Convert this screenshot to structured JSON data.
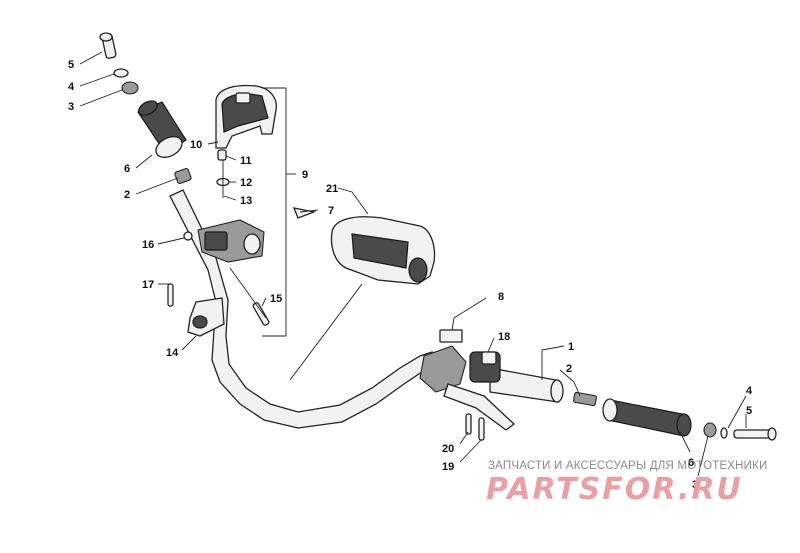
{
  "callouts": [
    {
      "id": "c5a",
      "label": "5"
    },
    {
      "id": "c4a",
      "label": "4"
    },
    {
      "id": "c3a",
      "label": "3"
    },
    {
      "id": "c6a",
      "label": "6"
    },
    {
      "id": "c2a",
      "label": "2"
    },
    {
      "id": "c10",
      "label": "10"
    },
    {
      "id": "c11",
      "label": "11"
    },
    {
      "id": "c12",
      "label": "12"
    },
    {
      "id": "c13",
      "label": "13"
    },
    {
      "id": "c9",
      "label": "9"
    },
    {
      "id": "c21",
      "label": "21"
    },
    {
      "id": "c7",
      "label": "7"
    },
    {
      "id": "c16",
      "label": "16"
    },
    {
      "id": "c17",
      "label": "17"
    },
    {
      "id": "c15",
      "label": "15"
    },
    {
      "id": "c14",
      "label": "14"
    },
    {
      "id": "c8",
      "label": "8"
    },
    {
      "id": "c18",
      "label": "18"
    },
    {
      "id": "c1",
      "label": "1"
    },
    {
      "id": "c2b",
      "label": "2"
    },
    {
      "id": "c4b",
      "label": "4"
    },
    {
      "id": "c5b",
      "label": "5"
    },
    {
      "id": "c6b",
      "label": "6"
    },
    {
      "id": "c3b",
      "label": "3"
    },
    {
      "id": "c20",
      "label": "20"
    },
    {
      "id": "c19",
      "label": "19"
    }
  ],
  "watermark": {
    "tagline": "ЗАПЧАСТИ И АКСЕССУАРЫ ДЛЯ МОТОТЕХНИКИ",
    "logo": "PARTSFOR.RU"
  },
  "colors": {
    "logo": "#e8a0a3",
    "tagline": "#8a8a8a",
    "line": "#222222"
  }
}
